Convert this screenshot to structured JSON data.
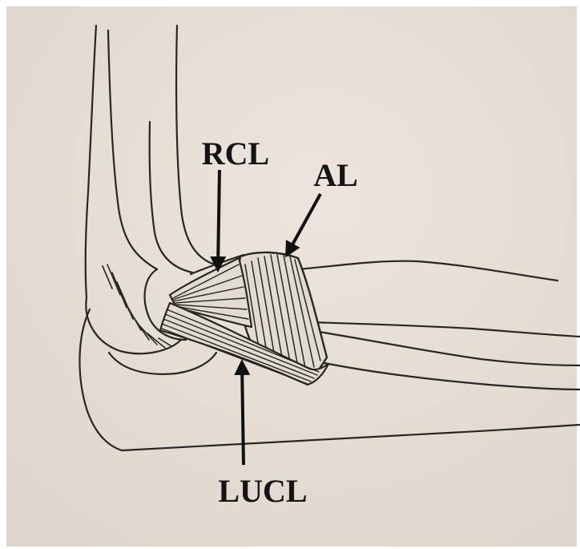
{
  "diagram": {
    "labels": {
      "rcl": "RCL",
      "al": "AL",
      "lucl": "LUCL"
    },
    "colors": {
      "paper": "#e8e1d9",
      "ink": "#2a2521",
      "label": "#141414"
    }
  }
}
